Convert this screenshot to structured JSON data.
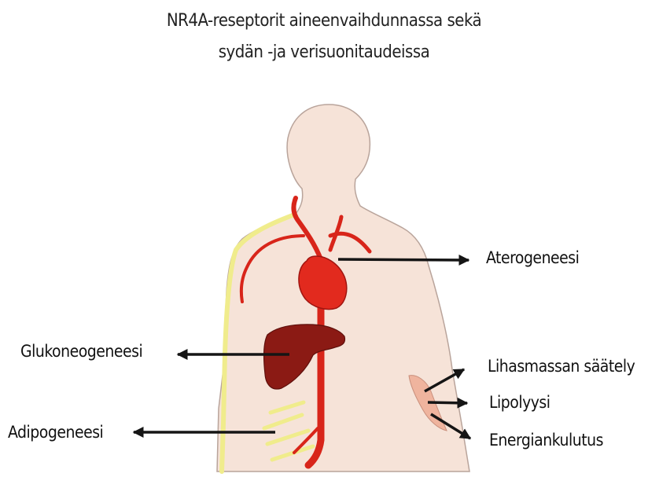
{
  "title": {
    "line1": "NR4A-reseptorit aineenvaihdunnassa sekä",
    "line2": "sydän -ja verisuonitaudeissa"
  },
  "labels": {
    "aterogeneesi": "Aterogeneesi",
    "glukoneogeneesi": "Glukoneogeneesi",
    "adipogeneesi": "Adipogeneesi",
    "lihasmassan": "Lihasmassan säätely",
    "lipolyysi": "Lipolyysi",
    "energiankulutus": "Energiankulutus"
  },
  "colors": {
    "skin": "#f6e3d8",
    "outline": "#b9a49b",
    "artery": "#d8251a",
    "heart": "#e22a1e",
    "liver": "#8b1a14",
    "nerve": "#f0ec8c",
    "muscle": "#efb49e",
    "arrow": "#151515"
  }
}
